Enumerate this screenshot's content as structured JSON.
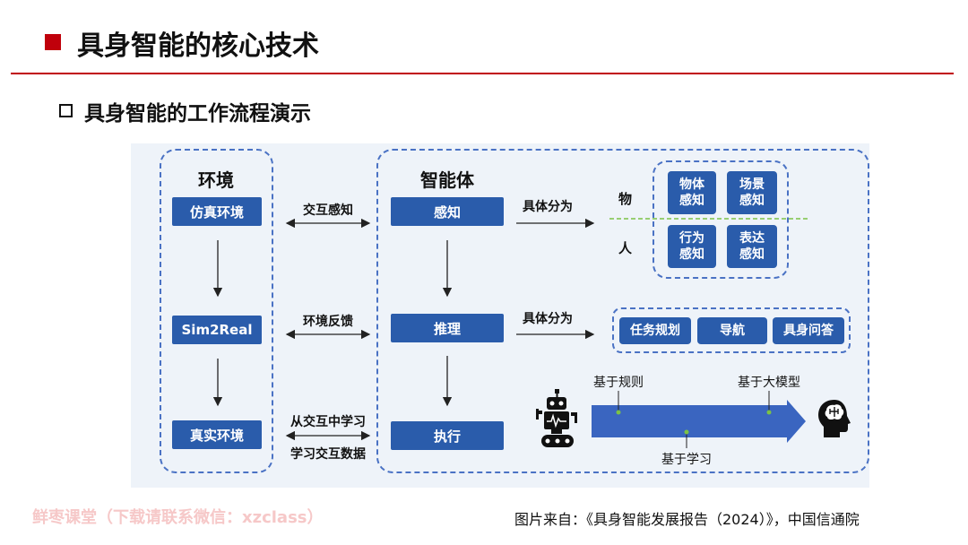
{
  "header": {
    "title": "具身智能的核心技术",
    "subtitle": "具身智能的工作流程演示"
  },
  "environment": {
    "title": "环境",
    "nodes": [
      "仿真环境",
      "Sim2Real",
      "真实环境"
    ]
  },
  "links": {
    "interact_perceive": "交互感知",
    "env_feedback": "环境反馈",
    "learn_from_interaction": "从交互中学习",
    "interaction_data": "学习交互数据"
  },
  "agent": {
    "title": "智能体",
    "nodes": [
      "感知",
      "推理",
      "执行"
    ],
    "split_label_1": "具体分为",
    "split_label_2": "具体分为"
  },
  "perception": {
    "object_label": "物",
    "human_label": "人",
    "items": [
      "物体\n感知",
      "场景\n感知",
      "行为\n感知",
      "表达\n感知"
    ]
  },
  "reasoning": {
    "items": [
      "任务规划",
      "导航",
      "具身问答"
    ]
  },
  "execution": {
    "rule_based": "基于规则",
    "large_model": "基于大模型",
    "learning_based": "基于学习"
  },
  "colors": {
    "accent_red": "#c0000b",
    "node_blue": "#2a5cab",
    "dashed_blue": "#4a72c4",
    "panel_bg": "#eef3f9",
    "divider_green": "#7cc246"
  },
  "icons": [
    "robot-icon",
    "brain-head-icon"
  ],
  "footer": {
    "watermark": "鲜枣课堂（下载请联系微信：xzclass）",
    "source": "图片来自：《具身智能发展报告（2024）》，中国信通院"
  }
}
